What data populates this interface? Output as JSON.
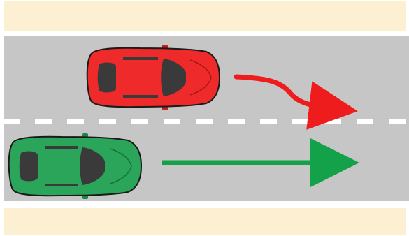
{
  "scene": {
    "colors": {
      "background": "#ffffff",
      "sidewalk": "#fdf0d2",
      "road": "#c6c6c6",
      "lane_marking": "#ffffff",
      "red_car": "#ee2a2a",
      "green_car": "#2aa55a",
      "car_window": "#3a3a3a",
      "car_outline": "#1a1a1a",
      "red_arrow": "#ee1c1c",
      "green_arrow": "#13a24a"
    },
    "upper_lane": {
      "vehicle": "red-car",
      "maneuver": "lane-change-right",
      "arrow": "curved-arrow"
    },
    "lower_lane": {
      "vehicle": "green-car",
      "maneuver": "straight",
      "arrow": "straight-arrow"
    },
    "center_line": "dashed"
  }
}
